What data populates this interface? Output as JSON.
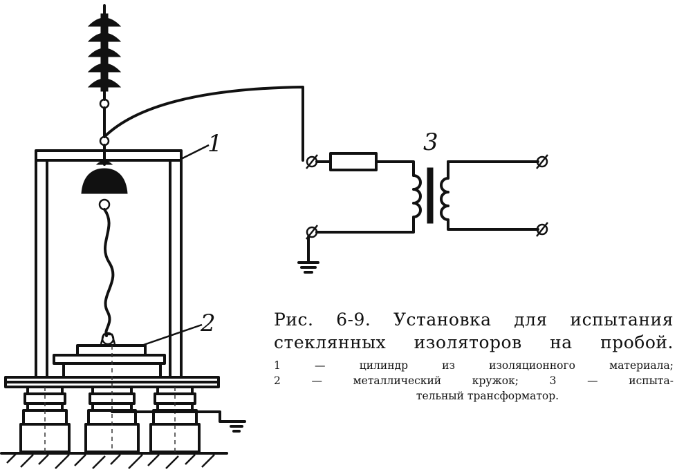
{
  "labels": {
    "one": "1",
    "two": "2",
    "three": "3"
  },
  "caption": {
    "title_line1": "Рис. 6-9. Установка для испытания",
    "title_line2": "стеклянных изоляторов на пробой.",
    "legend_line1": "1 — цилиндр из изоляционного материала;",
    "legend_line2": "2 — металлический кружок; 3 — испыта-",
    "legend_line3": "тельный трансформатор."
  }
}
